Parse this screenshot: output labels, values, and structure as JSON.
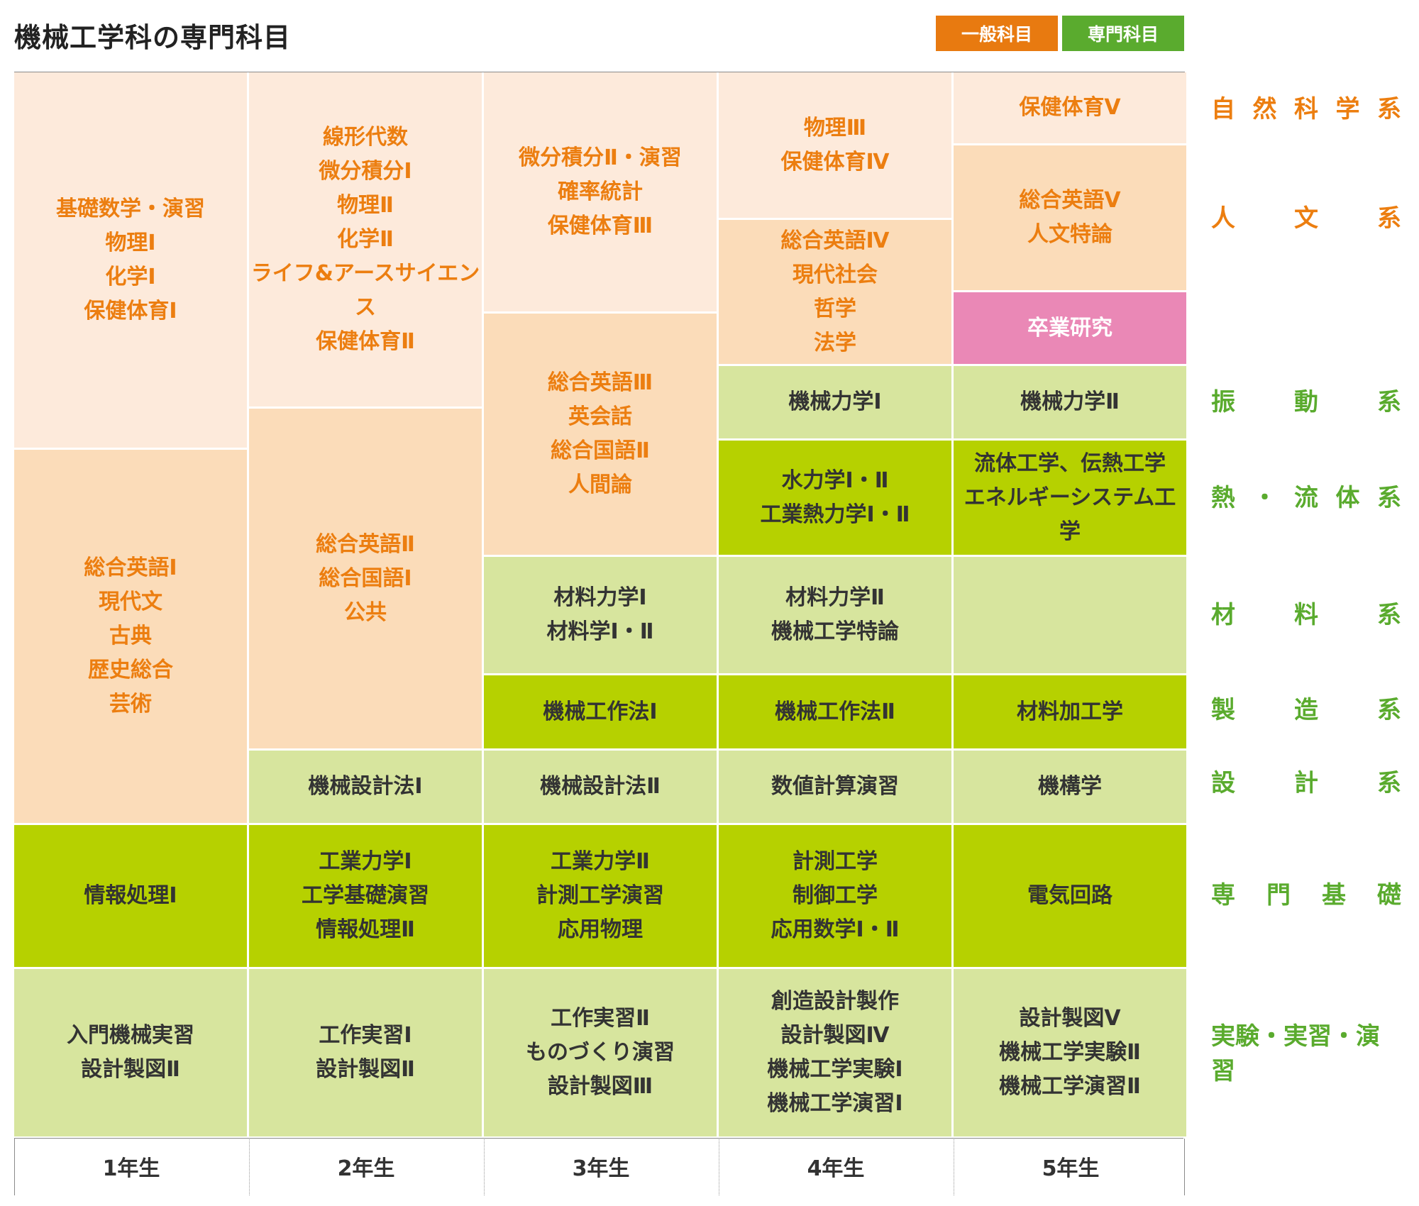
{
  "title": "機械工学科の専門科目",
  "legend": {
    "general": "一般科目",
    "specialized": "専門科目"
  },
  "colors": {
    "general_natural_science": "#fdeadb",
    "general_humanities": "#fbdcb9",
    "graduation_research": "#ea88b6",
    "specialized_light": "#d7e59e",
    "specialized_dark": "#b6d100",
    "general_text": "#ec7e10",
    "specialized_label": "#5aab2e"
  },
  "years": [
    "1年生",
    "2年生",
    "3年生",
    "4年生",
    "5年生"
  ],
  "categories": [
    {
      "label": "自然科学系",
      "group": "general"
    },
    {
      "label": "人文系",
      "group": "general"
    },
    {
      "label": "振動系",
      "group": "specialized"
    },
    {
      "label": "熱・流体系",
      "group": "specialized"
    },
    {
      "label": "材料系",
      "group": "specialized"
    },
    {
      "label": "製造系",
      "group": "specialized"
    },
    {
      "label": "設計系",
      "group": "specialized"
    },
    {
      "label": "専門基礎",
      "group": "specialized"
    },
    {
      "label": "実験・実習・演習",
      "group": "specialized"
    }
  ],
  "cells": [
    {
      "year": 1,
      "category": "自然科学系",
      "subjects": [
        "基礎数学・演習",
        "物理Ⅰ",
        "化学Ⅰ",
        "保健体育Ⅰ"
      ]
    },
    {
      "year": 1,
      "category": "人文系",
      "subjects": [
        "総合英語Ⅰ",
        "現代文",
        "古典",
        "歴史総合",
        "芸術"
      ]
    },
    {
      "year": 1,
      "category": "専門基礎",
      "subjects": [
        "情報処理Ⅰ"
      ]
    },
    {
      "year": 1,
      "category": "実験・実習・演習",
      "subjects": [
        "入門機械実習",
        "設計製図Ⅱ"
      ]
    },
    {
      "year": 2,
      "category": "自然科学系",
      "subjects": [
        "線形代数",
        "微分積分Ⅰ",
        "物理Ⅱ",
        "化学Ⅱ",
        "ライフ&アースサイエンス",
        "保健体育Ⅱ"
      ]
    },
    {
      "year": 2,
      "category": "人文系",
      "subjects": [
        "総合英語Ⅱ",
        "総合国語Ⅰ",
        "公共"
      ]
    },
    {
      "year": 2,
      "category": "設計系",
      "subjects": [
        "機械設計法Ⅰ"
      ]
    },
    {
      "year": 2,
      "category": "専門基礎",
      "subjects": [
        "工業力学Ⅰ",
        "工学基礎演習",
        "情報処理Ⅱ"
      ]
    },
    {
      "year": 2,
      "category": "実験・実習・演習",
      "subjects": [
        "工作実習Ⅰ",
        "設計製図Ⅱ"
      ]
    },
    {
      "year": 3,
      "category": "自然科学系",
      "subjects": [
        "微分積分Ⅱ・演習",
        "確率統計",
        "保健体育Ⅲ"
      ]
    },
    {
      "year": 3,
      "category": "人文系",
      "subjects": [
        "総合英語Ⅲ",
        "英会話",
        "総合国語Ⅱ",
        "人間論"
      ]
    },
    {
      "year": 3,
      "category": "材料系",
      "subjects": [
        "材料力学Ⅰ",
        "材料学Ⅰ・Ⅱ"
      ]
    },
    {
      "year": 3,
      "category": "製造系",
      "subjects": [
        "機械工作法Ⅰ"
      ]
    },
    {
      "year": 3,
      "category": "設計系",
      "subjects": [
        "機械設計法Ⅱ"
      ]
    },
    {
      "year": 3,
      "category": "専門基礎",
      "subjects": [
        "工業力学Ⅱ",
        "計測工学演習",
        "応用物理"
      ]
    },
    {
      "year": 3,
      "category": "実験・実習・演習",
      "subjects": [
        "工作実習Ⅱ",
        "ものづくり演習",
        "設計製図Ⅲ"
      ]
    },
    {
      "year": 4,
      "category": "自然科学系",
      "subjects": [
        "物理Ⅲ",
        "保健体育Ⅳ"
      ]
    },
    {
      "year": 4,
      "category": "人文系",
      "subjects": [
        "総合英語Ⅳ",
        "現代社会",
        "哲学",
        "法学"
      ]
    },
    {
      "year": 4,
      "category": "振動系",
      "subjects": [
        "機械力学Ⅰ"
      ]
    },
    {
      "year": 4,
      "category": "熱・流体系",
      "subjects": [
        "水力学Ⅰ・Ⅱ",
        "工業熱力学Ⅰ・Ⅱ"
      ]
    },
    {
      "year": 4,
      "category": "材料系",
      "subjects": [
        "材料力学Ⅱ",
        "機械工学特論"
      ]
    },
    {
      "year": 4,
      "category": "製造系",
      "subjects": [
        "機械工作法Ⅱ"
      ]
    },
    {
      "year": 4,
      "category": "設計系",
      "subjects": [
        "数値計算演習"
      ]
    },
    {
      "year": 4,
      "category": "専門基礎",
      "subjects": [
        "計測工学",
        "制御工学",
        "応用数学Ⅰ・Ⅱ"
      ]
    },
    {
      "year": 4,
      "category": "実験・実習・演習",
      "subjects": [
        "創造設計製作",
        "設計製図Ⅳ",
        "機械工学実験Ⅰ",
        "機械工学演習Ⅰ"
      ]
    },
    {
      "year": 5,
      "category": "自然科学系",
      "subjects": [
        "保健体育Ⅴ"
      ]
    },
    {
      "year": 5,
      "category": "人文系",
      "subjects": [
        "総合英語Ⅴ",
        "人文特論"
      ]
    },
    {
      "year": 5,
      "category": "卒業研究",
      "subjects": [
        "卒業研究"
      ]
    },
    {
      "year": 5,
      "category": "振動系",
      "subjects": [
        "機械力学Ⅱ"
      ]
    },
    {
      "year": 5,
      "category": "熱・流体系",
      "subjects": [
        "流体工学、伝熱工学",
        "エネルギーシステム工学"
      ]
    },
    {
      "year": 5,
      "category": "材料系",
      "subjects": []
    },
    {
      "year": 5,
      "category": "製造系",
      "subjects": [
        "材料加工学"
      ]
    },
    {
      "year": 5,
      "category": "設計系",
      "subjects": [
        "機構学"
      ]
    },
    {
      "year": 5,
      "category": "専門基礎",
      "subjects": [
        "電気回路"
      ]
    },
    {
      "year": 5,
      "category": "実験・実習・演習",
      "subjects": [
        "設計製図Ⅴ",
        "機械工学実験Ⅱ",
        "機械工学演習Ⅱ"
      ]
    }
  ]
}
